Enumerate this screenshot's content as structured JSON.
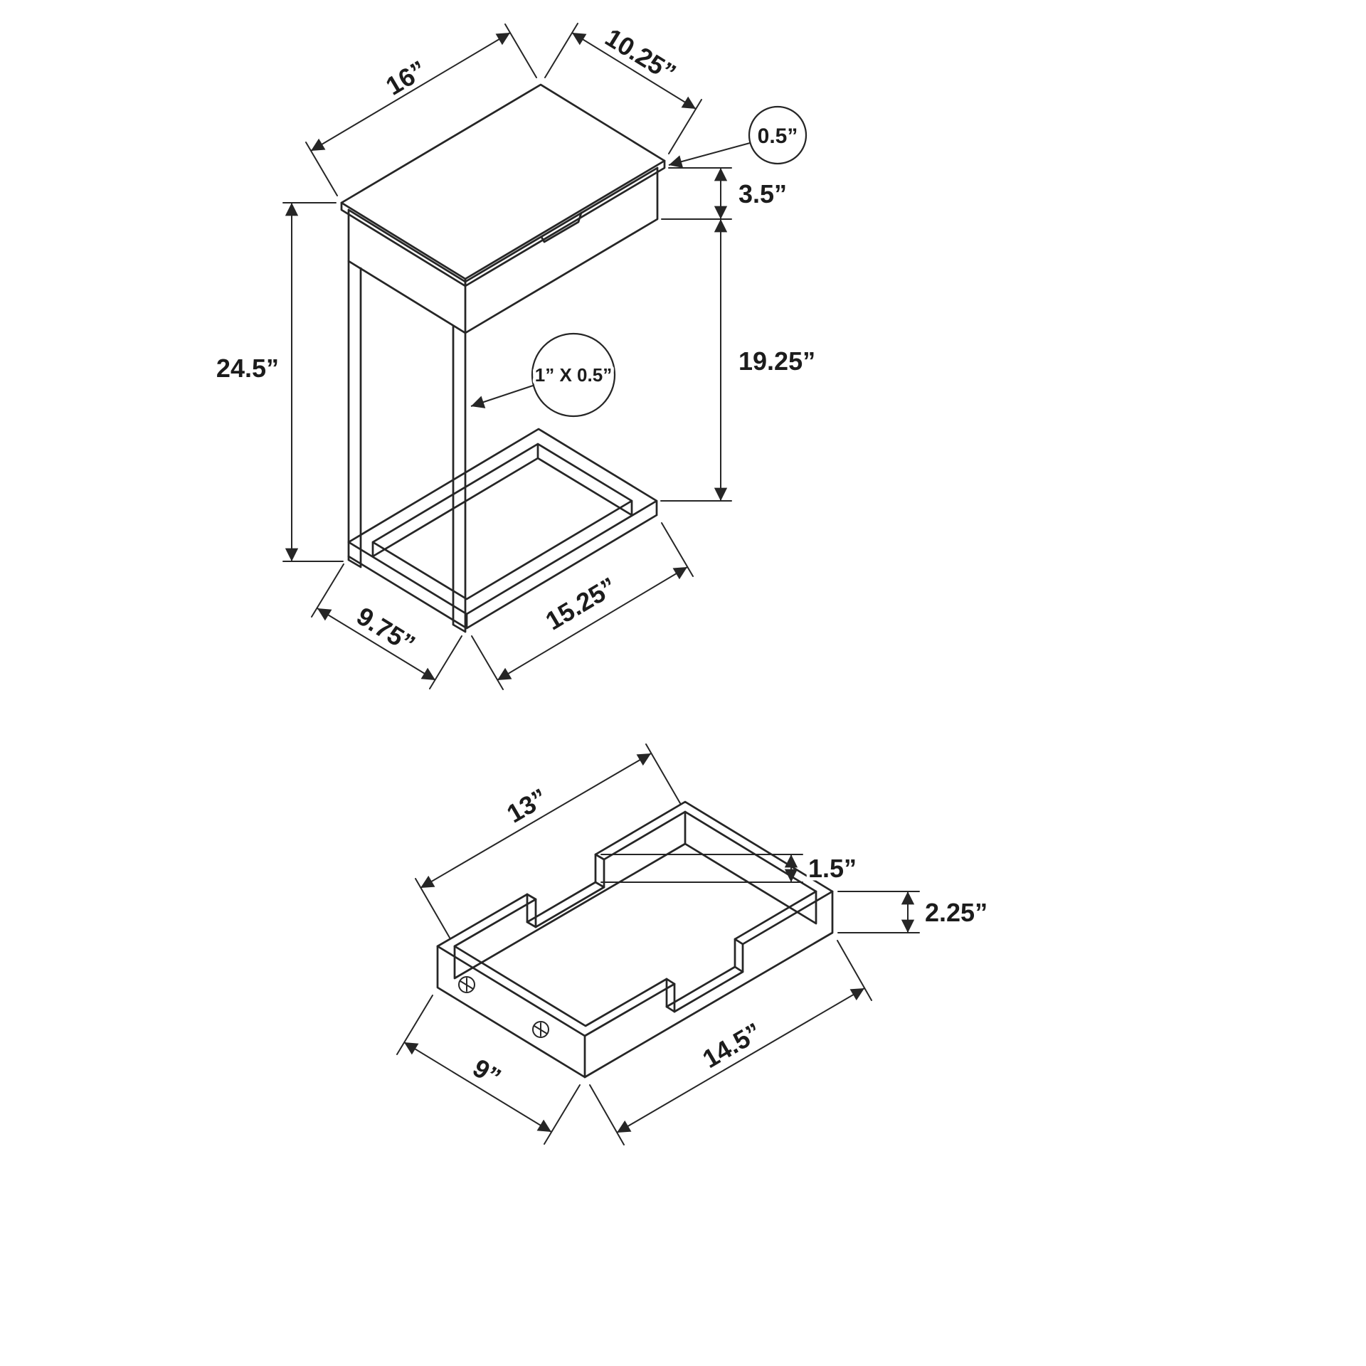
{
  "diagram": {
    "background": "#ffffff",
    "line_color": "#262626",
    "views": {
      "table": {
        "name": "accent table with drawer - isometric dimension view",
        "dims": {
          "top_width": "16”",
          "top_depth": "10.25”",
          "top_thickness": "0.5”",
          "drawer_height": "3.5”",
          "overall_height": "24.5”",
          "clearance": "19.25”",
          "tube_size": "1” X 0.5”",
          "base_depth": "9.75”",
          "base_width": "15.25”"
        }
      },
      "drawer": {
        "name": "drawer - isometric dimension view",
        "dims": {
          "inner_width": "13”",
          "notch_depth": "1.5”",
          "side_height": "2.25”",
          "outer_depth": "9”",
          "outer_width": "14.5”"
        }
      }
    }
  }
}
